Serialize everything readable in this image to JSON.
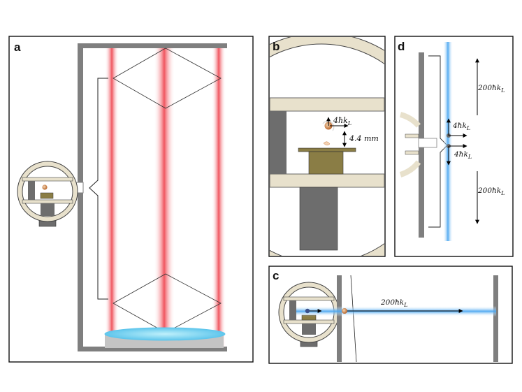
{
  "panels": {
    "a": {
      "label": "a"
    },
    "b": {
      "label": "b",
      "momentum": "4ħk_L",
      "distance": "4.4 mm"
    },
    "c": {
      "label": "c",
      "momentum": "200ħk_L"
    },
    "d": {
      "label": "d",
      "momentum_top": "200ħk_L",
      "kick_up": "4ħk_L",
      "kick_down": "4ħk_L",
      "momentum_bottom": "200ħk_L"
    }
  },
  "colors": {
    "frame": "#7f7f7f",
    "laser_red": "#ef4b55",
    "laser_blue": "#4aa6f0",
    "chamber_ring": "#e8e1cc",
    "mirror_top": "#7fd6ef",
    "atom": "#c8773a",
    "stage": "#8a7d45"
  }
}
